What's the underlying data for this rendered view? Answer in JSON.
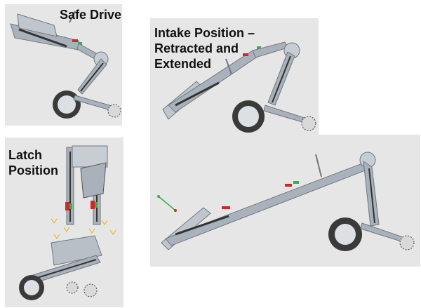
{
  "panels": {
    "safe_drive": {
      "title": "Safe Drive"
    },
    "latch": {
      "title": "Latch\nPosition"
    },
    "intake": {
      "title": "Intake Position –\nRetracted and\nExtended"
    }
  },
  "colors": {
    "panel_bg": "#e6e6e6",
    "metal": "#a9b1ba",
    "metal_dark": "#6f7780",
    "wheel": "#3a3a3a",
    "hub": "#dcdfe3",
    "accent_red": "#d42424",
    "accent_green": "#2fb34a",
    "axis_yellow": "#e0b400"
  }
}
